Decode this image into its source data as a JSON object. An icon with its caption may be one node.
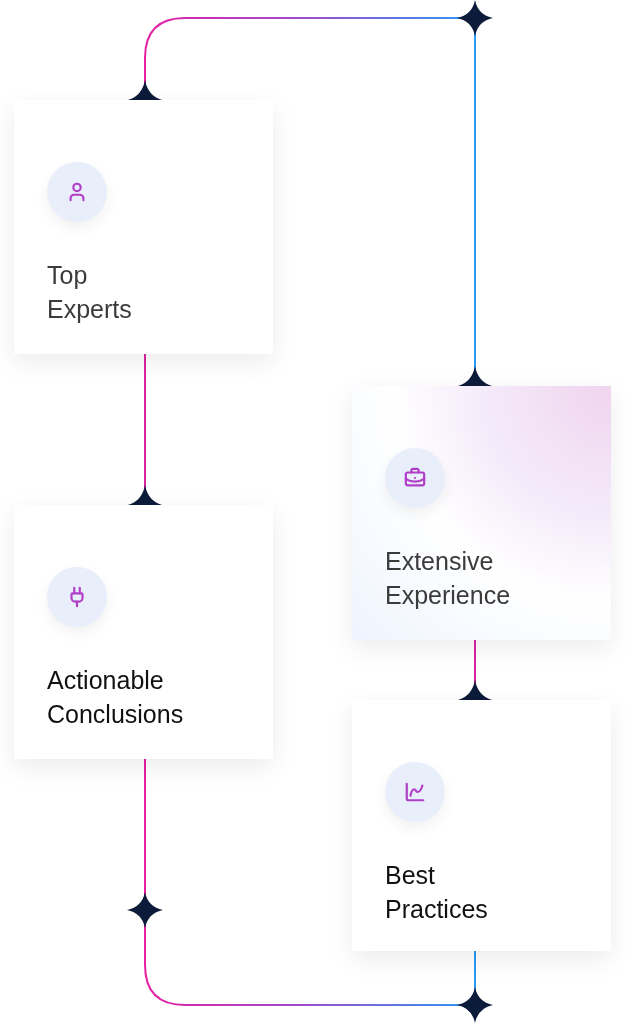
{
  "diagram": {
    "nodes": [
      {
        "text": [
          "Top Experts"
        ]
      },
      {
        "text": [
          "Extensive Experience"
        ]
      },
      {
        "text": [
          "Actionable Conclusions"
        ]
      },
      {
        "text": [
          "Best Practices"
        ]
      }
    ],
    "edges": [
      {
        "from": 0,
        "to": 2,
        "arrow": "other"
      },
      {
        "from": 1,
        "to": 3,
        "arrow": "other"
      },
      {
        "from": 1,
        "to": 0,
        "arrow": "other"
      },
      {
        "from": 2,
        "to": 3,
        "arrow": "none"
      }
    ]
  }
}
